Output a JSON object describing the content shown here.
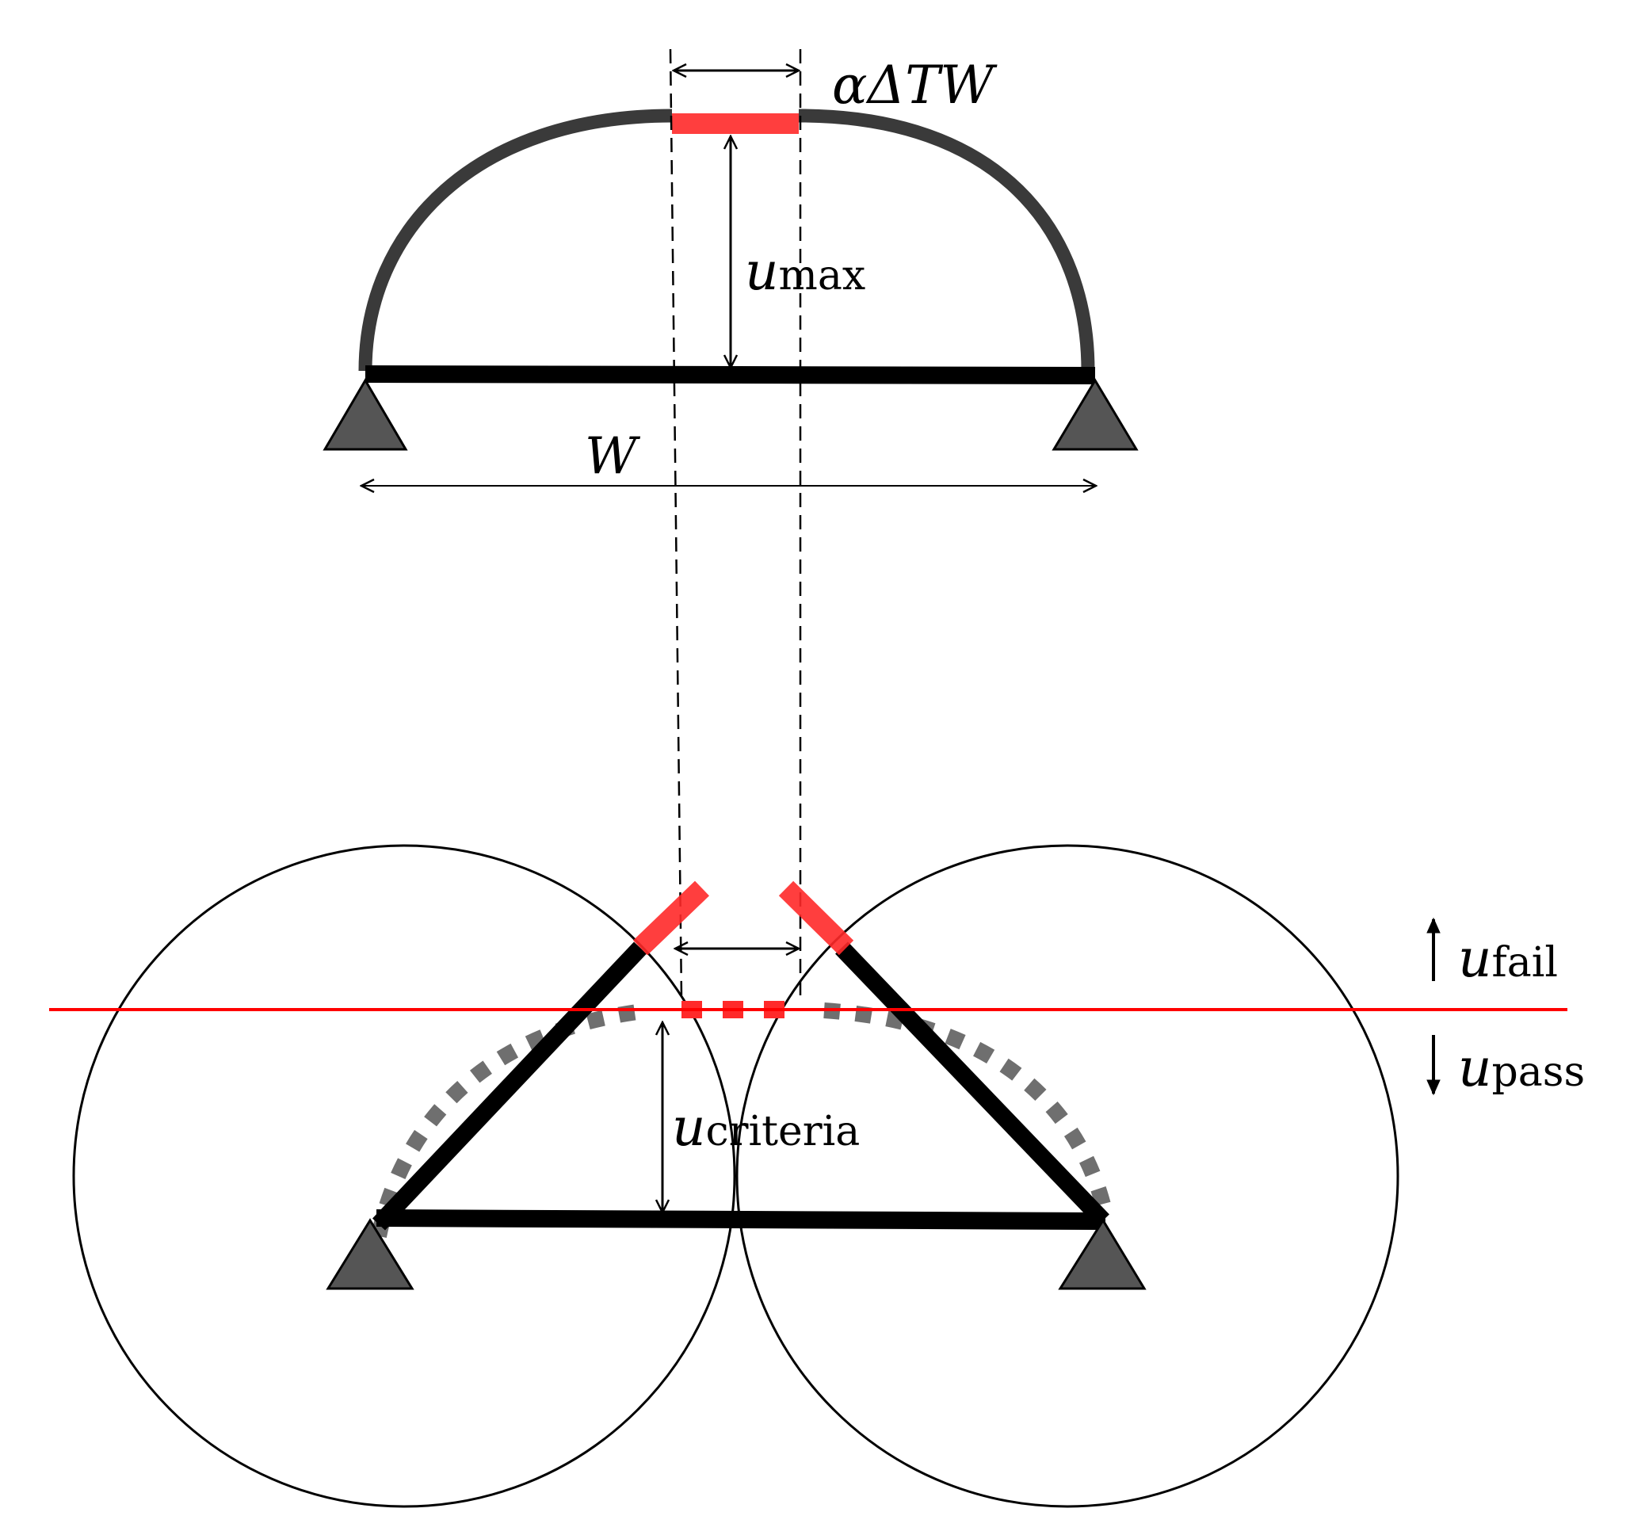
{
  "labels": {
    "thermal_expansion": {
      "main": "αΔTW"
    },
    "u_max": {
      "base": "u",
      "sub": "max"
    },
    "width": {
      "main": "W"
    },
    "u_criteria": {
      "base": "u",
      "sub": "criteria"
    },
    "u_fail": {
      "base": "u",
      "sub": "fail"
    },
    "u_pass": {
      "base": "u",
      "sub": "pass"
    }
  },
  "colors": {
    "beam": "#000000",
    "arch": "#3a3a3a",
    "expansion": "#ff2a2a",
    "criteria_line": "#ff0000",
    "support": "#555555",
    "dotted_arc": "#6f6f6f",
    "circle": "#000000"
  },
  "icons": {
    "support_left_top": "triangle-support-icon",
    "support_right_top": "triangle-support-icon",
    "support_left_bottom": "triangle-support-icon",
    "support_right_bottom": "triangle-support-icon",
    "up_arrow": "arrow-up-icon",
    "down_arrow": "arrow-down-icon"
  }
}
